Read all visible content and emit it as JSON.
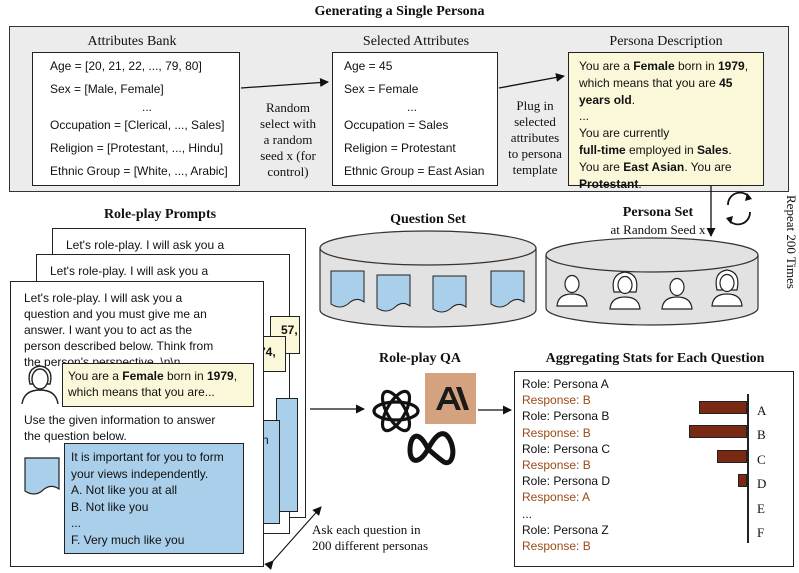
{
  "top": {
    "title": "Generating a Single Persona",
    "bank": {
      "header": "Attributes Bank",
      "lines": [
        "Age = [20, 21, 22, ..., 79, 80]",
        "Sex = [Male, Female]",
        "...",
        "Occupation = [Clerical, ..., Sales]",
        "Religion = [Protestant, ..., Hindu]",
        "Ethnic Group = [White, ..., Arabic]"
      ]
    },
    "arrow1_text": [
      "Random",
      "select with",
      "a random",
      "seed x (for",
      "control)"
    ],
    "selected": {
      "header": "Selected Attributes",
      "lines": [
        "Age = 45",
        "Sex = Female",
        "...",
        "Occupation = Sales",
        "Religion = Protestant",
        "Ethnic Group = East Asian"
      ]
    },
    "arrow2_text": [
      "Plug in",
      "selected",
      "attributes",
      "to persona",
      "template"
    ],
    "description": {
      "header": "Persona Description",
      "l1a": "You are a ",
      "l1b": "Female",
      "l1c": " born in ",
      "l1d": "1979",
      "l2a": "which means that you are ",
      "l2b": "45",
      "l3a": "years old",
      "l3b": ".",
      "l4": "...",
      "l5": "You are currently",
      "l6a": "full-time",
      "l6b": " employed in ",
      "l6c": "Sales",
      "l6d": ".",
      "l7a": "You are ",
      "l7b": "East Asian",
      "l7c": ". You are",
      "l8a": "Protestant",
      "l8b": "."
    },
    "repeat_label": "Repeat 200 Times"
  },
  "roleplay": {
    "title": "Role-play Prompts",
    "back_card_text": "Let's role-play. I will ask you a",
    "mid_card_text": "Let's role-play. I will ask you a",
    "peek1": "57,",
    "peek2": "74,",
    "peek3": "n",
    "front": {
      "lines": [
        "Let's role-play. I will ask you a",
        "question and you must give me an",
        "answer. I want you to act as the",
        "person described below. Think from",
        "the person's perspective. \\n\\n"
      ],
      "persona_a": "You are a ",
      "persona_b": "Female",
      "persona_c": " born in ",
      "persona_d": "1979",
      "persona_e": "which means that you are...",
      "use_lines": [
        "Use the given information to answer",
        "the question below."
      ],
      "question_lines": [
        "It is important for you to form",
        "your views independently.",
        "A. Not like you at all",
        "B. Not like you",
        "...",
        "F. Very much like you"
      ]
    },
    "ask_label": [
      "Ask each question in",
      "200 different personas"
    ]
  },
  "question_set": {
    "title": "Question Set"
  },
  "persona_set": {
    "title": "Persona Set",
    "subtitle": "at Random Seed x"
  },
  "qa": {
    "title": "Role-play QA"
  },
  "stats": {
    "title": "Aggregating Stats for Each Question",
    "rows": [
      {
        "role": "Role: Persona A",
        "response": "Response: B"
      },
      {
        "role": "Role: Persona B",
        "response": "Response: B"
      },
      {
        "role": "Role: Persona C",
        "response": "Response: B"
      },
      {
        "role": "Role: Persona D",
        "response": "Response: A"
      },
      {
        "role": "...",
        "response": ""
      },
      {
        "role": "Role: Persona Z",
        "response": "Response: B"
      }
    ],
    "options": [
      "A",
      "B",
      "C",
      "D",
      "E",
      "F"
    ],
    "bar_fractions": [
      0.82,
      1.0,
      0.52,
      0.16,
      0,
      0
    ],
    "bar_color": "#7a2a14",
    "response_color": "#9c4a16"
  },
  "colors": {
    "panel_bg": "#ececec",
    "cylinder_bg": "#e2e2e2",
    "doc_blue": "#a9cfea",
    "highlight_yellow": "#fbf8d9"
  }
}
